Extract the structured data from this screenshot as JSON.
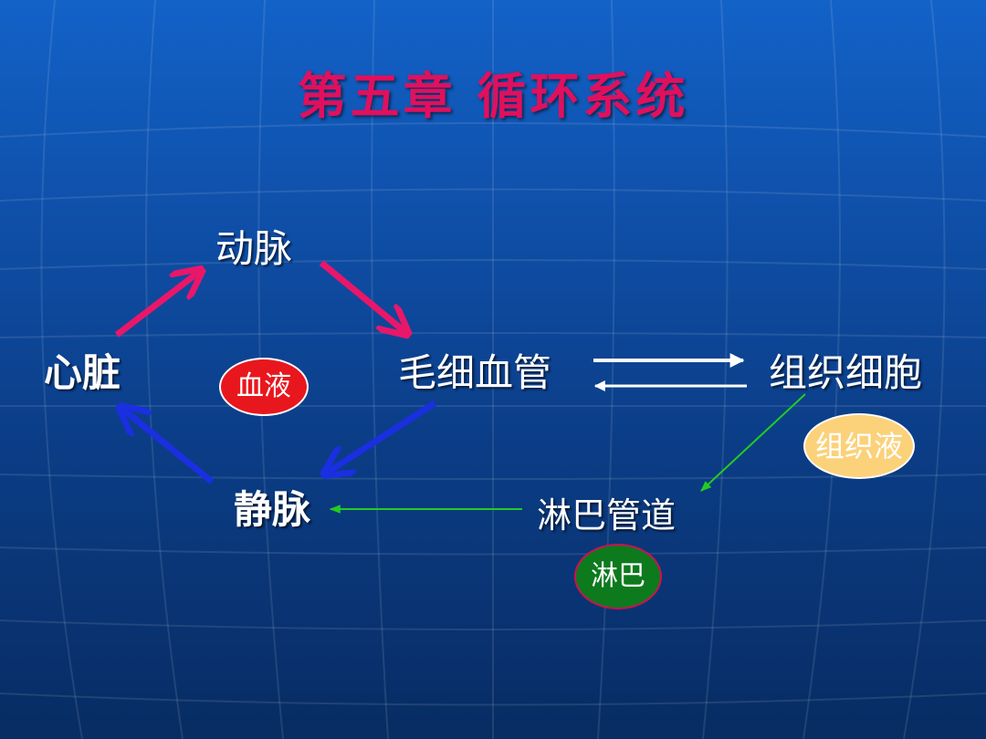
{
  "title": "第五章   循环系统",
  "nodes": {
    "heart": "心脏",
    "artery": "动脉",
    "capillary": "毛细血管",
    "tissue_cell": "组织细胞",
    "vein": "静脉",
    "lymph_duct": "淋巴管道"
  },
  "badges": {
    "blood": "血液",
    "tissue_fluid": "组织液",
    "lymph": "淋巴"
  },
  "colors": {
    "title": "#e0105e",
    "artery_arrow": "#e8176a",
    "vein_arrow": "#1a2fe0",
    "exchange_arrow": "#ffffff",
    "lymph_arrow": "#22cc22",
    "blood_badge": "#e8171d",
    "tissue_fluid_badge": "#fbd27a",
    "lymph_badge": "#0d7a1e"
  }
}
